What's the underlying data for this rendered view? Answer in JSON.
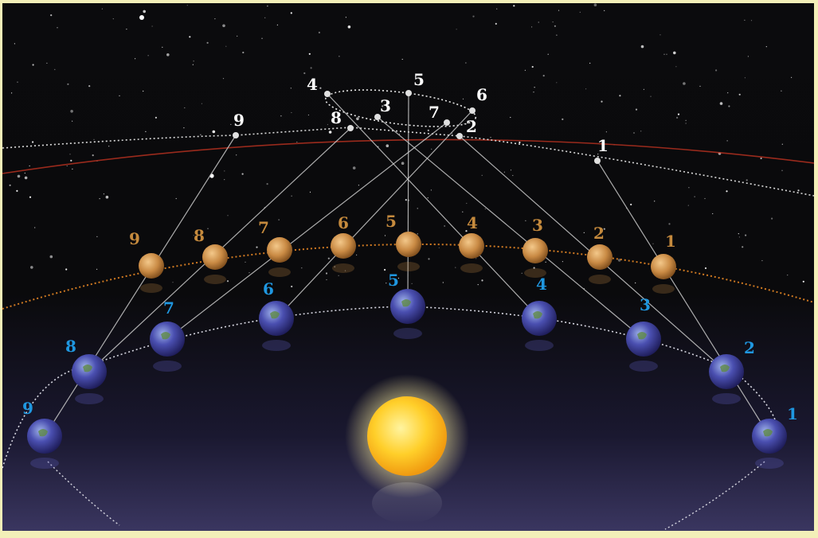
{
  "colors": {
    "frame": "#f3efb8",
    "sky_top": "#0b0b0d",
    "sky_bottom": "#2e2a4c",
    "ecliptic_line": "#b43020",
    "mars_orbit": "#d07a22",
    "earth_orbit": "#d6d6e0",
    "sight_line": "#c9c9c9",
    "sky_label": "#ffffff",
    "mars_label": "#c58a3d",
    "earth_label": "#1f97e0",
    "sun_core": "#ffcf2a"
  },
  "icons": {
    "sun": "sun-icon",
    "earth": "earth-icon",
    "mars": "mars-icon",
    "sky_point": "sky-position-dot"
  },
  "sky_labels": [
    "1",
    "2",
    "3",
    "4",
    "5",
    "6",
    "7",
    "8",
    "9"
  ],
  "mars_labels": [
    "1",
    "2",
    "3",
    "4",
    "5",
    "6",
    "7",
    "8",
    "9"
  ],
  "earth_labels": [
    "1",
    "2",
    "3",
    "4",
    "5",
    "6",
    "7",
    "8",
    "9"
  ]
}
